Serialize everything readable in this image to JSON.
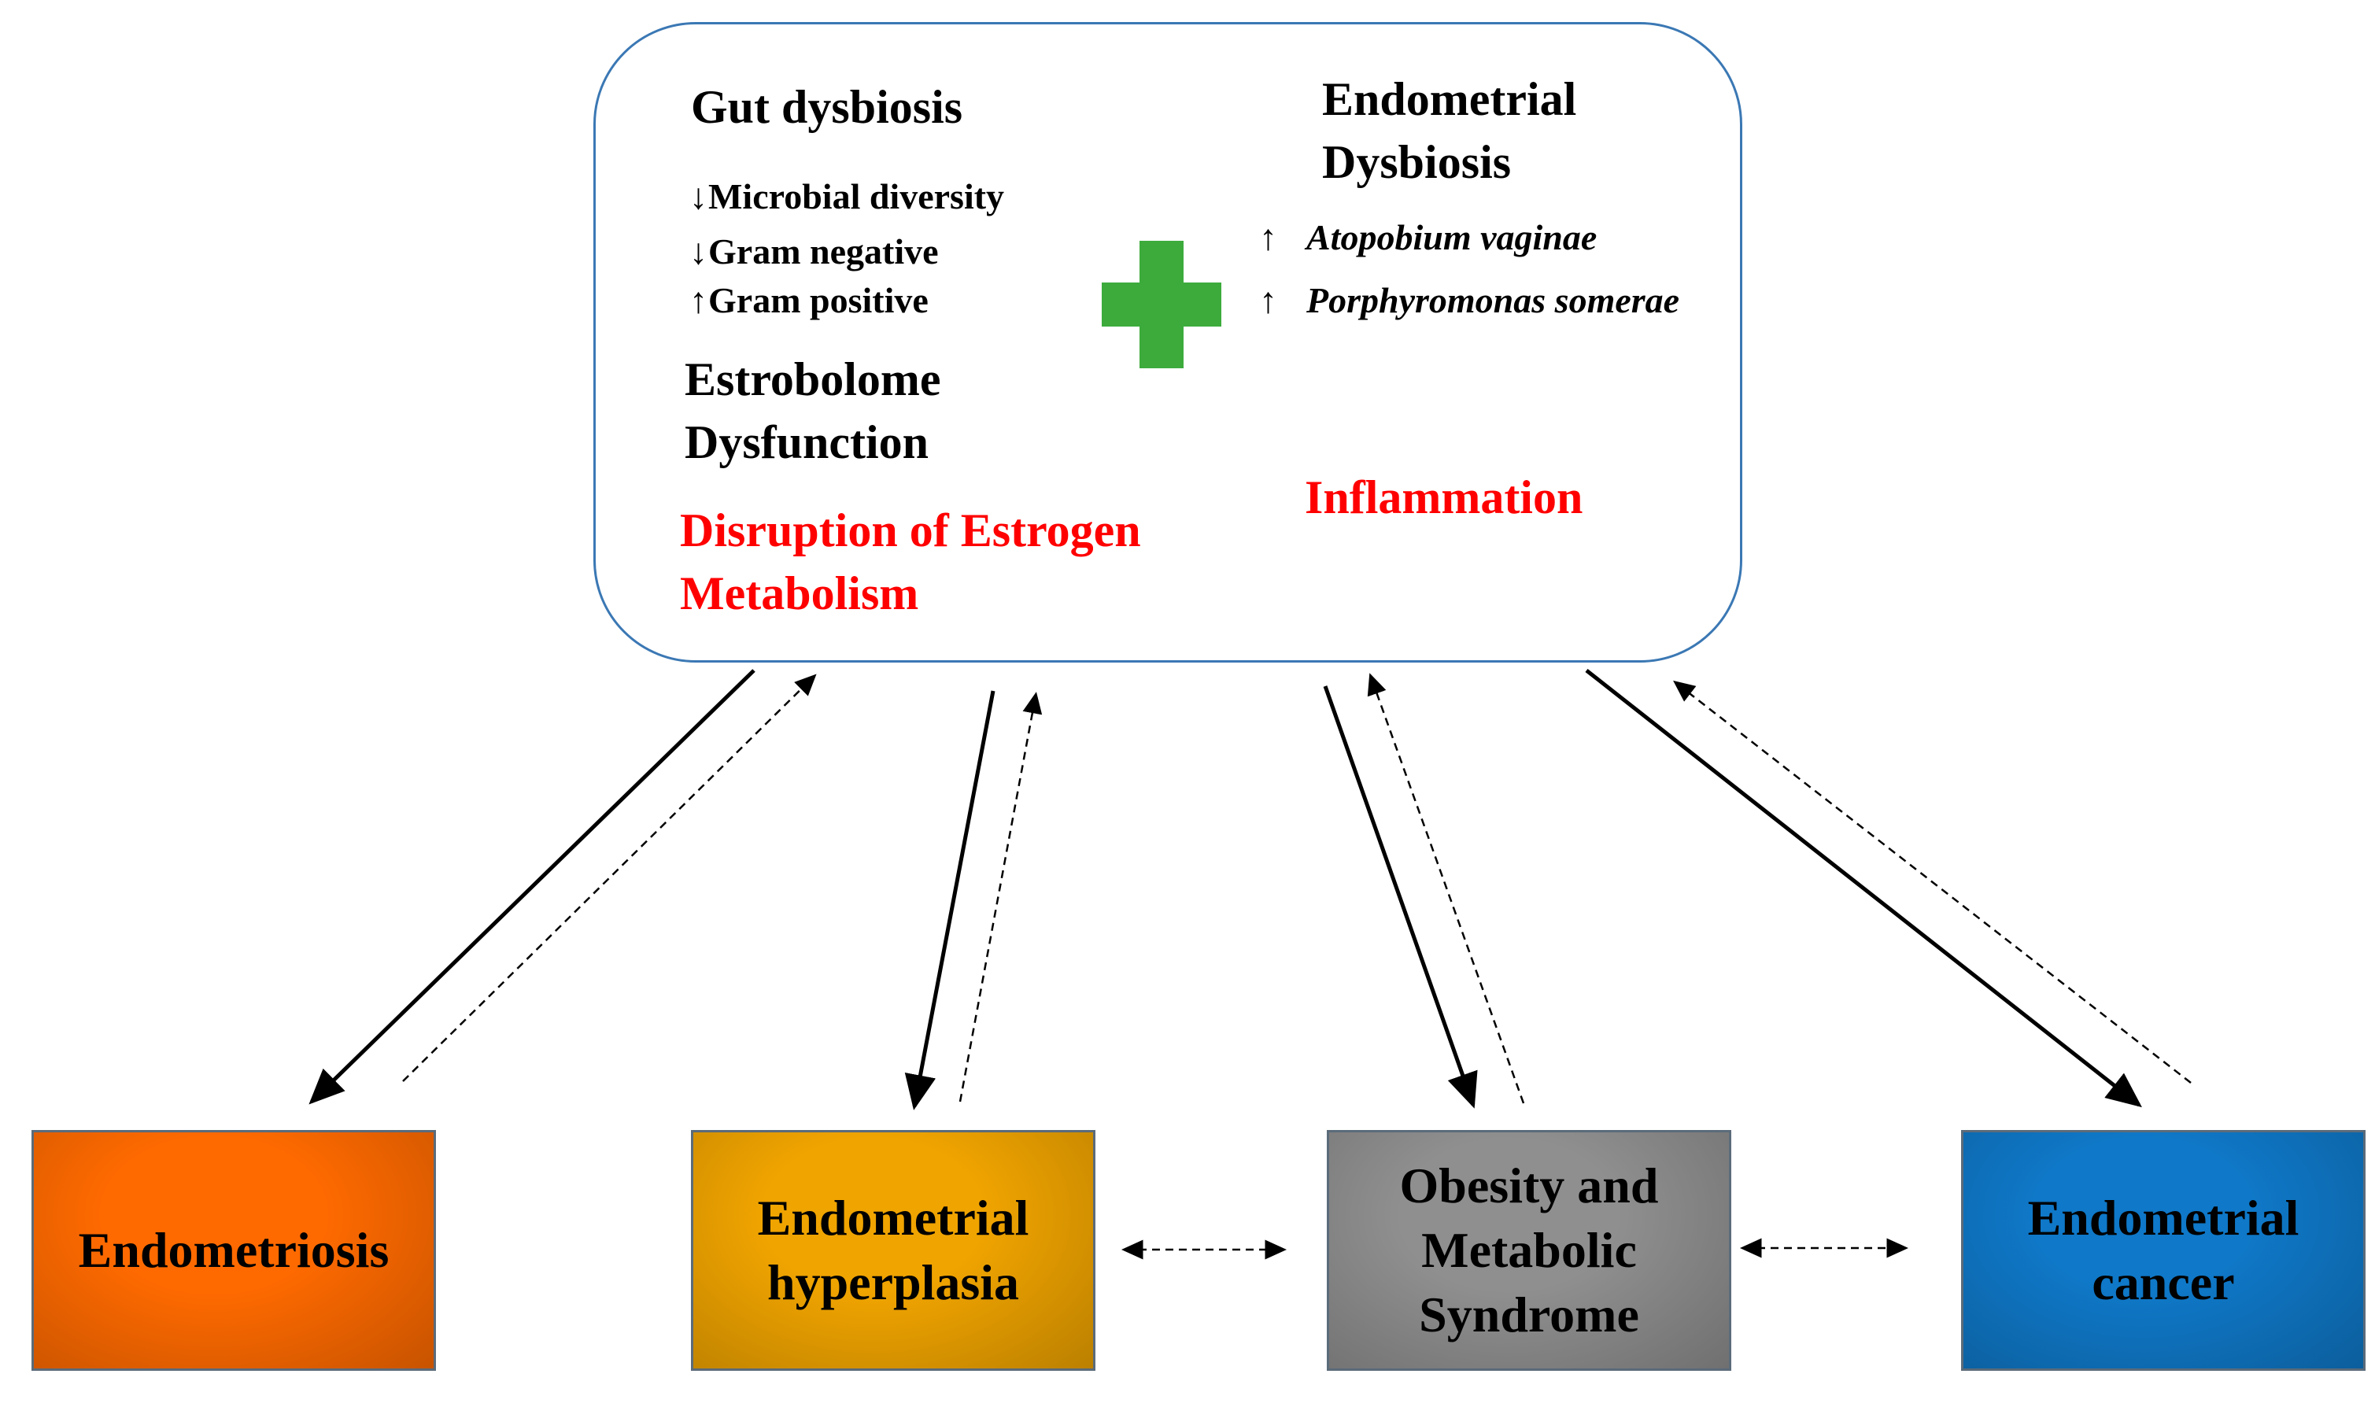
{
  "top_panel": {
    "gut": {
      "title": "Gut dysbiosis",
      "items": [
        {
          "direction": "down",
          "text": "Microbial diversity"
        },
        {
          "direction": "down",
          "text": "Gram negative"
        },
        {
          "direction": "up",
          "text": "Gram positive"
        }
      ]
    },
    "estrobolome": {
      "line1": "Estrobolome",
      "line2": "Dysfunction"
    },
    "disruption": {
      "line1": "Disruption of Estrogen",
      "line2": "Metabolism"
    },
    "endometrial_dysbiosis": {
      "line1": "Endometrial",
      "line2": "Dysbiosis",
      "items": [
        {
          "direction": "up",
          "text": "Atopobium vaginae"
        },
        {
          "direction": "up",
          "text": "Porphyromonas somerae"
        }
      ]
    },
    "inflammation": "Inflammation",
    "plus_icon": "plus-icon",
    "plus_color": "#3cab3c"
  },
  "boxes": [
    {
      "label": "Endometriosis",
      "color": "#ff6a00"
    },
    {
      "label": "Endometrial\nhyperplasia",
      "color": "#f0a400"
    },
    {
      "label": "Obesity and\nMetabolic\nSyndrome",
      "color": "#8f8f8f"
    },
    {
      "label": "Endometrial\ncancer",
      "color": "#0f78c8"
    }
  ]
}
